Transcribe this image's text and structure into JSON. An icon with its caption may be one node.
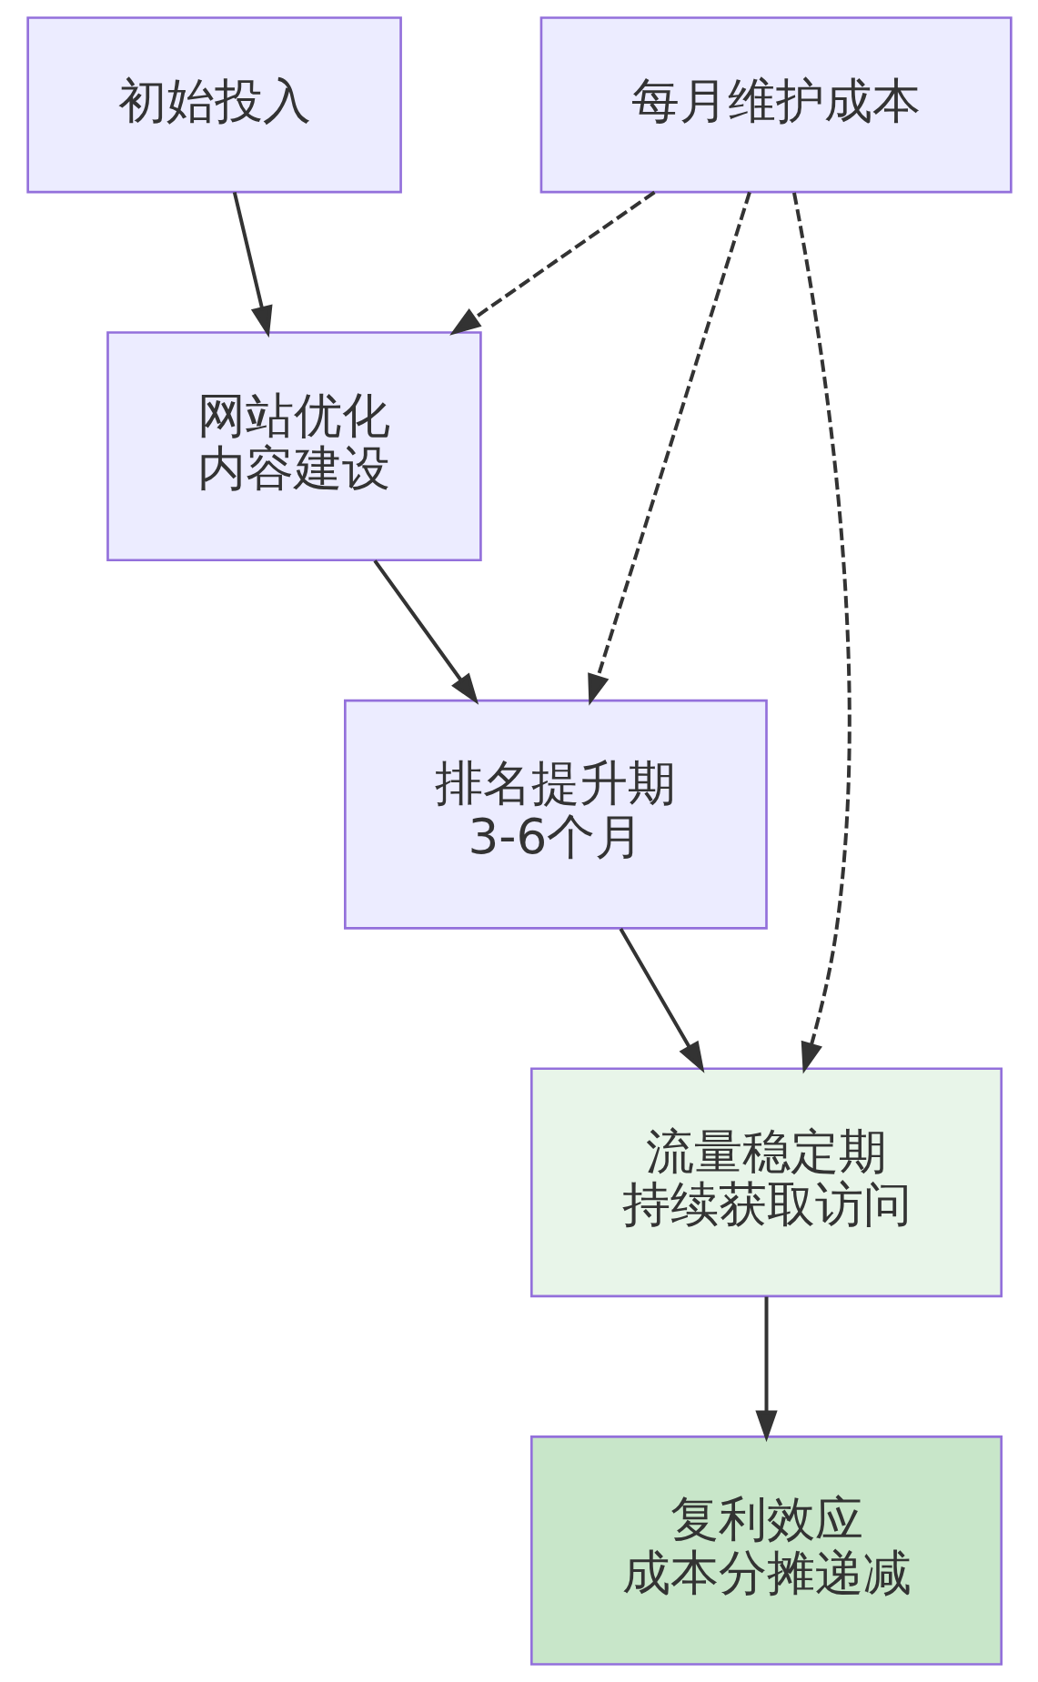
{
  "diagram": {
    "nodes": [
      {
        "text": [
          "初始投入"
        ]
      },
      {
        "text": [
          "每月维护成本"
        ]
      },
      {
        "text": [
          "网站优化",
          "内容建设"
        ]
      },
      {
        "text": [
          "排名提升期",
          "3-6个月"
        ]
      },
      {
        "text": [
          "流量稳定期",
          "持续获取访问"
        ]
      },
      {
        "text": [
          "复利效应",
          "成本分摊递减"
        ]
      }
    ],
    "edges": [
      {
        "from": 0,
        "to": 2,
        "arrow": "to"
      },
      {
        "from": 1,
        "to": 2,
        "arrow": "to",
        "style": "dashed"
      },
      {
        "from": 1,
        "to": 3,
        "arrow": "to",
        "style": "dashed"
      },
      {
        "from": 1,
        "to": 4,
        "arrow": "to",
        "style": "dashed"
      },
      {
        "from": 2,
        "to": 3,
        "arrow": "to"
      },
      {
        "from": 3,
        "to": 4,
        "arrow": "to"
      },
      {
        "from": 4,
        "to": 5,
        "arrow": "to"
      }
    ]
  }
}
